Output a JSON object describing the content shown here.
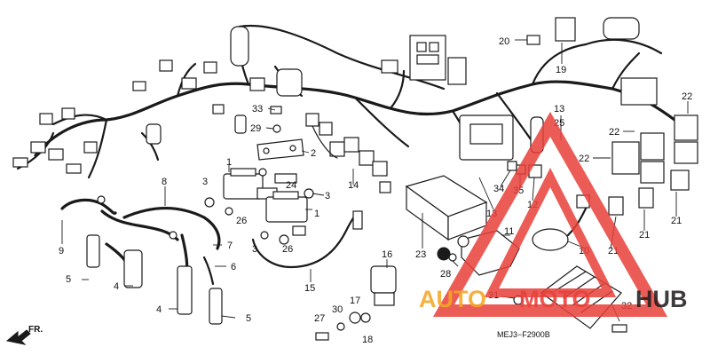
{
  "diagram": {
    "code": "MEJ3−F2900B",
    "front_label": "FR.",
    "callouts": [
      "1",
      "1",
      "2",
      "3",
      "3",
      "3",
      "4",
      "4",
      "5",
      "5",
      "6",
      "7",
      "8",
      "9",
      "10",
      "11",
      "12",
      "13",
      "13",
      "14",
      "15",
      "16",
      "17",
      "18",
      "19",
      "20",
      "21",
      "21",
      "21",
      "22",
      "22",
      "22",
      "23",
      "24",
      "25",
      "26",
      "26",
      "27",
      "28",
      "29",
      "30",
      "31",
      "32",
      "33",
      "34",
      "35"
    ]
  },
  "watermark": {
    "text_a": "AUTO",
    "text_b": "MOTO",
    "text_c": "HUB",
    "colors": {
      "orange": "#f5a623",
      "red": "#e8403a",
      "black": "#231f20"
    }
  }
}
